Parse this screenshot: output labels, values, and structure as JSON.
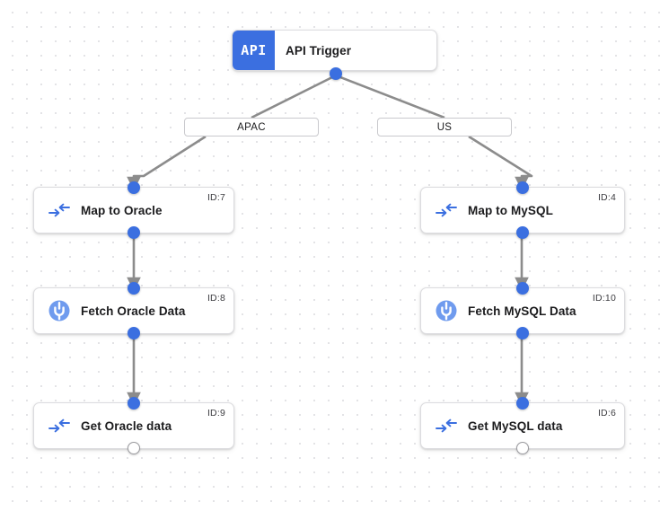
{
  "canvas": {
    "background_color": "#ffffff",
    "dot_color": "#e3e3e6",
    "accent_color": "#3b6fe0",
    "edge_color": "#8c8c8c"
  },
  "trigger": {
    "badge": "API",
    "title": "API Trigger"
  },
  "edge_labels": {
    "left": "APAC",
    "right": "US"
  },
  "nodes": [
    {
      "title": "Map to Oracle",
      "id_label": "ID:7",
      "icon": "mapping-arrows-icon"
    },
    {
      "title": "Fetch Oracle Data",
      "id_label": "ID:8",
      "icon": "connector-plug-icon"
    },
    {
      "title": "Get Oracle data",
      "id_label": "ID:9",
      "icon": "mapping-arrows-icon"
    },
    {
      "title": "Map to MySQL",
      "id_label": "ID:4",
      "icon": "mapping-arrows-icon"
    },
    {
      "title": "Fetch MySQL Data",
      "id_label": "ID:10",
      "icon": "connector-plug-icon"
    },
    {
      "title": "Get MySQL data",
      "id_label": "ID:6",
      "icon": "mapping-arrows-icon"
    }
  ]
}
